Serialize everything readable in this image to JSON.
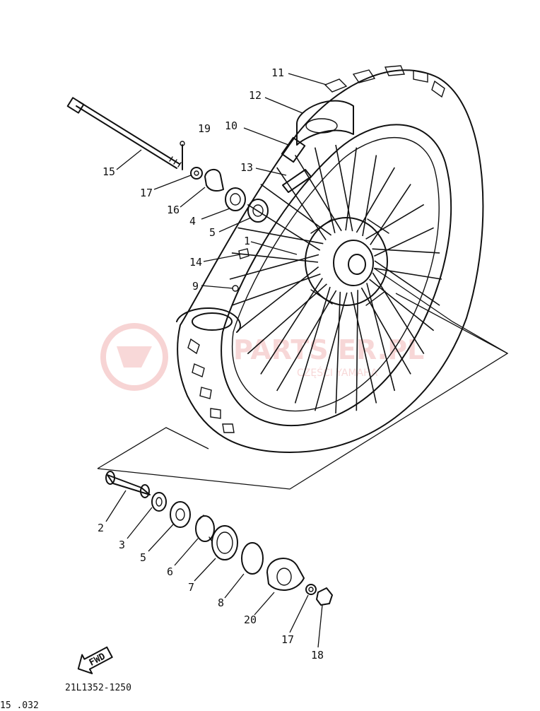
{
  "diagram": {
    "labels": [
      {
        "id": "11",
        "text": "11"
      },
      {
        "id": "12",
        "text": "12"
      },
      {
        "id": "10",
        "text": "10"
      },
      {
        "id": "19",
        "text": "19"
      },
      {
        "id": "15",
        "text": "15"
      },
      {
        "id": "13",
        "text": "13"
      },
      {
        "id": "17a",
        "text": "17"
      },
      {
        "id": "16",
        "text": "16"
      },
      {
        "id": "4",
        "text": "4"
      },
      {
        "id": "5a",
        "text": "5"
      },
      {
        "id": "1",
        "text": "1"
      },
      {
        "id": "14",
        "text": "14"
      },
      {
        "id": "9",
        "text": "9"
      },
      {
        "id": "2",
        "text": "2"
      },
      {
        "id": "3",
        "text": "3"
      },
      {
        "id": "5b",
        "text": "5"
      },
      {
        "id": "6",
        "text": "6"
      },
      {
        "id": "7",
        "text": "7"
      },
      {
        "id": "8",
        "text": "8"
      },
      {
        "id": "20",
        "text": "20"
      },
      {
        "id": "17b",
        "text": "17"
      },
      {
        "id": "18",
        "text": "18"
      }
    ],
    "fwd_label": "FWD",
    "drawing_code": "21L1352-1250",
    "footer_code": "15 .032"
  },
  "watermark": {
    "text": "PARTS ER.PL",
    "subtext": "CZĘŚCI YAMAHA",
    "color": "#e88a8a"
  }
}
